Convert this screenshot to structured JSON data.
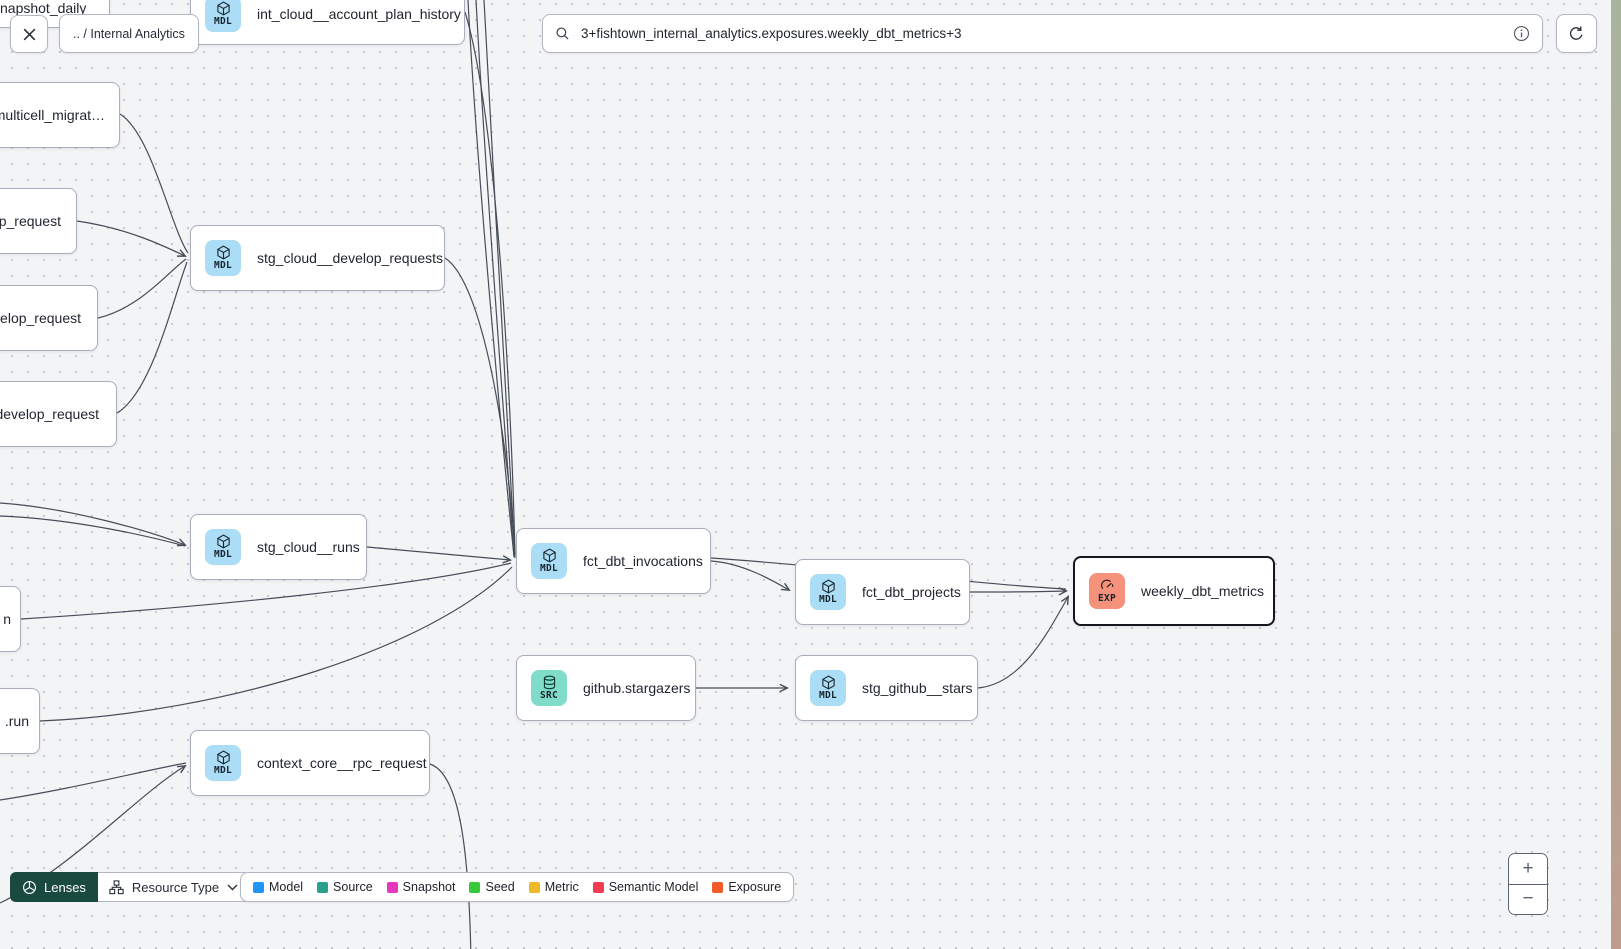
{
  "toolbar": {
    "breadcrumb": ".. / Internal Analytics",
    "search_value": "3+fishtown_internal_analytics.exposures.weekly_dbt_metrics+3"
  },
  "nodes": [
    {
      "label": "snapshot_daily",
      "badge": null
    },
    {
      "label": "int_cloud__account_plan_history",
      "badge": "MDL"
    },
    {
      "label": "multicell_migrat…",
      "badge": null
    },
    {
      "label": "p_request",
      "badge": null
    },
    {
      "label": "velop_request",
      "badge": null
    },
    {
      "label": ".develop_request",
      "badge": null
    },
    {
      "label": "stg_cloud__develop_requests",
      "badge": "MDL"
    },
    {
      "label": "stg_cloud__runs",
      "badge": "MDL"
    },
    {
      "label": "n",
      "badge": null
    },
    {
      "label": ".run",
      "badge": null
    },
    {
      "label": "fct_dbt_invocations",
      "badge": "MDL"
    },
    {
      "label": "fct_dbt_projects",
      "badge": "MDL"
    },
    {
      "label": "weekly_dbt_metrics",
      "badge": "EXP",
      "selected": true
    },
    {
      "label": "github.stargazers",
      "badge": "SRC"
    },
    {
      "label": "stg_github__stars",
      "badge": "MDL"
    },
    {
      "label": "context_core__rpc_request",
      "badge": "MDL"
    }
  ],
  "lenses": {
    "button_label": "Lenses",
    "dropdown_label": "Resource Type"
  },
  "legend": {
    "items": [
      {
        "label": "Model",
        "color": "#2095f3"
      },
      {
        "label": "Source",
        "color": "#28a08c"
      },
      {
        "label": "Snapshot",
        "color": "#e637bd"
      },
      {
        "label": "Seed",
        "color": "#37c837"
      },
      {
        "label": "Metric",
        "color": "#edb829"
      },
      {
        "label": "Semantic Model",
        "color": "#f23a50"
      },
      {
        "label": "Exposure",
        "color": "#f15b28"
      }
    ]
  },
  "zoom_controls": {
    "zoom_in": "+",
    "zoom_out": "−"
  },
  "colors": {
    "model_badge": "#abdef6",
    "source_badge": "#7edcc9",
    "exposure_badge": "#f6927c",
    "selected_border": "#15181e",
    "edge": "#464d57",
    "lenses_bg": "#1a4a3f"
  },
  "icons": {
    "close": "x-icon",
    "search": "magnifier-icon",
    "info": "info-circle-icon",
    "refresh": "circular-arrow-icon",
    "model": "cube-icon",
    "source": "database-icon",
    "exposure": "gauge-icon",
    "lenses": "lens-icon",
    "resource_type": "hierarchy-icon",
    "dropdown": "chevron-down-icon"
  }
}
